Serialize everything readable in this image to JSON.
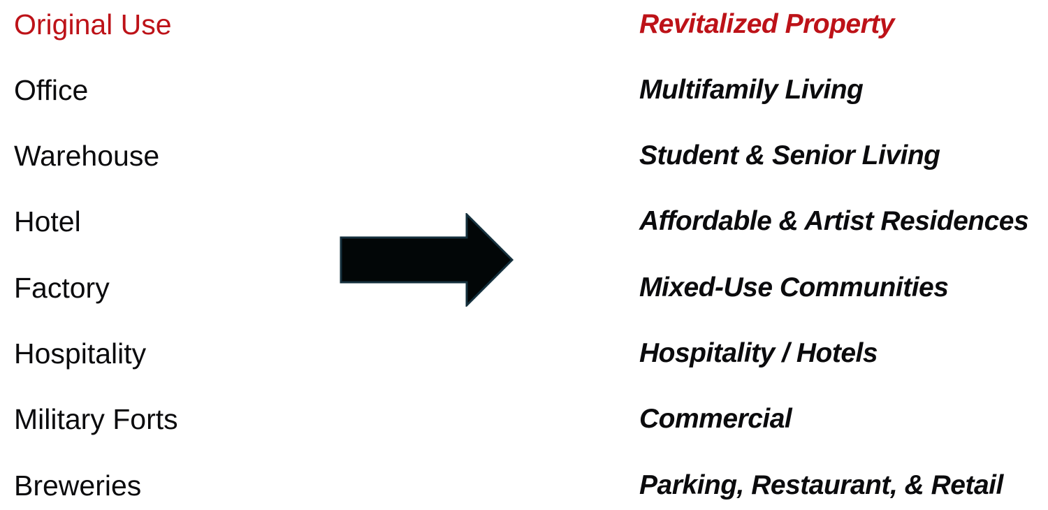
{
  "colors": {
    "accent_red": "#bd1218",
    "text_black": "#0b0b0d",
    "arrow_fill": "#020607",
    "arrow_outline": "#15303d",
    "background": "#ffffff"
  },
  "table": {
    "left_header": "Original Use",
    "right_header": "Revitalized Property",
    "rows": [
      {
        "left": "Office",
        "right": "Multifamily Living"
      },
      {
        "left": "Warehouse",
        "right": "Student & Senior Living"
      },
      {
        "left": "Hotel",
        "right": "Affordable & Artist Residences"
      },
      {
        "left": "Factory",
        "right": "Mixed-Use Communities"
      },
      {
        "left": "Hospitality",
        "right": "Hospitality / Hotels"
      },
      {
        "left": "Military Forts",
        "right": "Commercial"
      },
      {
        "left": "Breweries",
        "right": "Parking, Restaurant, & Retail"
      }
    ]
  },
  "arrow": {
    "icon": "right-arrow",
    "direction": "right"
  }
}
